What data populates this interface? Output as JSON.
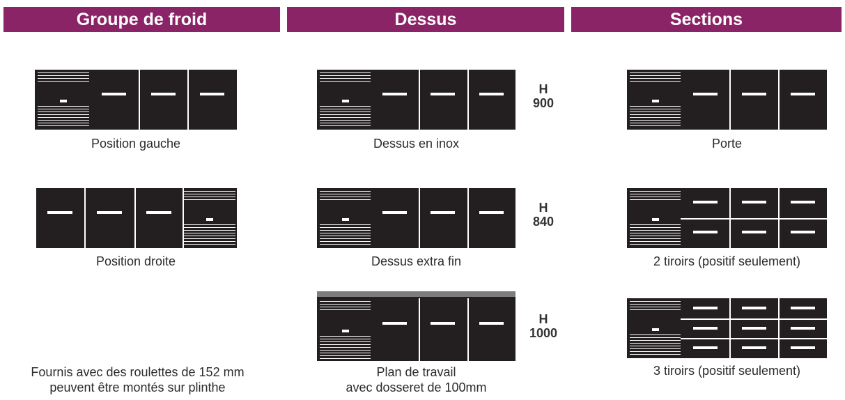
{
  "headers": {
    "groupe": "Groupe de froid",
    "dessus": "Dessus",
    "sections": "Sections"
  },
  "captions": {
    "position_gauche": "Position gauche",
    "position_droite": "Position droite",
    "dessus_inox": "Dessus en inox",
    "dessus_extra_fin": "Dessus extra fin",
    "plan_line1": "Plan de travail",
    "plan_line2": "avec dosseret de 100mm",
    "porte": "Porte",
    "deux_tiroirs": "2 tiroirs (positif seulement)",
    "trois_tiroirs": "3 tiroirs (positif seulement)",
    "note_line1": "Fournis avec des roulettes de 152 mm",
    "note_line2": "peuvent être montés sur plinthe"
  },
  "heights": {
    "h900": {
      "h": "H",
      "value": "900"
    },
    "h840": {
      "h": "H",
      "value": "840"
    },
    "h1000": {
      "h": "H",
      "value": "1000"
    }
  },
  "colors": {
    "header_bg": "#8a2466",
    "unit_bg": "#231f20",
    "splash": "#7d7d7d"
  }
}
